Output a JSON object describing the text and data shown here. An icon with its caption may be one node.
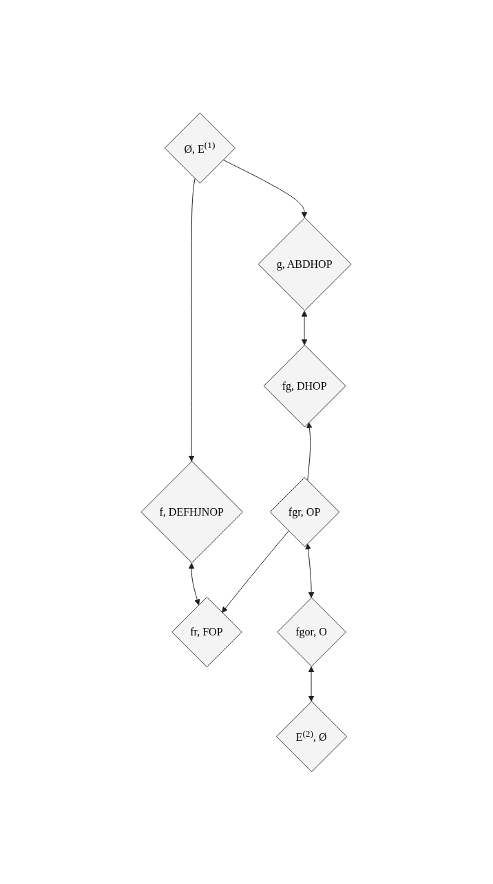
{
  "diagram": {
    "nodes": [
      {
        "text": [
          "Ø, E$^{(1)}$"
        ]
      },
      {
        "text": [
          "g, ABDHOP"
        ]
      },
      {
        "text": [
          "f, DEFHJNOP"
        ]
      },
      {
        "text": [
          "fg, DHOP"
        ]
      },
      {
        "text": [
          "fr, FOP"
        ]
      },
      {
        "text": [
          "fgr, OP"
        ]
      },
      {
        "text": [
          "fgor, O"
        ]
      },
      {
        "text": [
          "E$^{(2)}$, Ø"
        ]
      }
    ],
    "edges": [
      {
        "from": 0,
        "to": 1,
        "arrow": "to"
      },
      {
        "from": 0,
        "to": 2,
        "arrow": "to"
      },
      {
        "from": 1,
        "to": 3,
        "arrow": "both"
      },
      {
        "from": 2,
        "to": 4,
        "arrow": "both"
      },
      {
        "from": 5,
        "to": 3,
        "arrow": "to"
      },
      {
        "from": 5,
        "to": 4,
        "arrow": "to"
      },
      {
        "from": 5,
        "to": 6,
        "arrow": "both"
      },
      {
        "from": 6,
        "to": 7,
        "arrow": "both"
      }
    ]
  }
}
